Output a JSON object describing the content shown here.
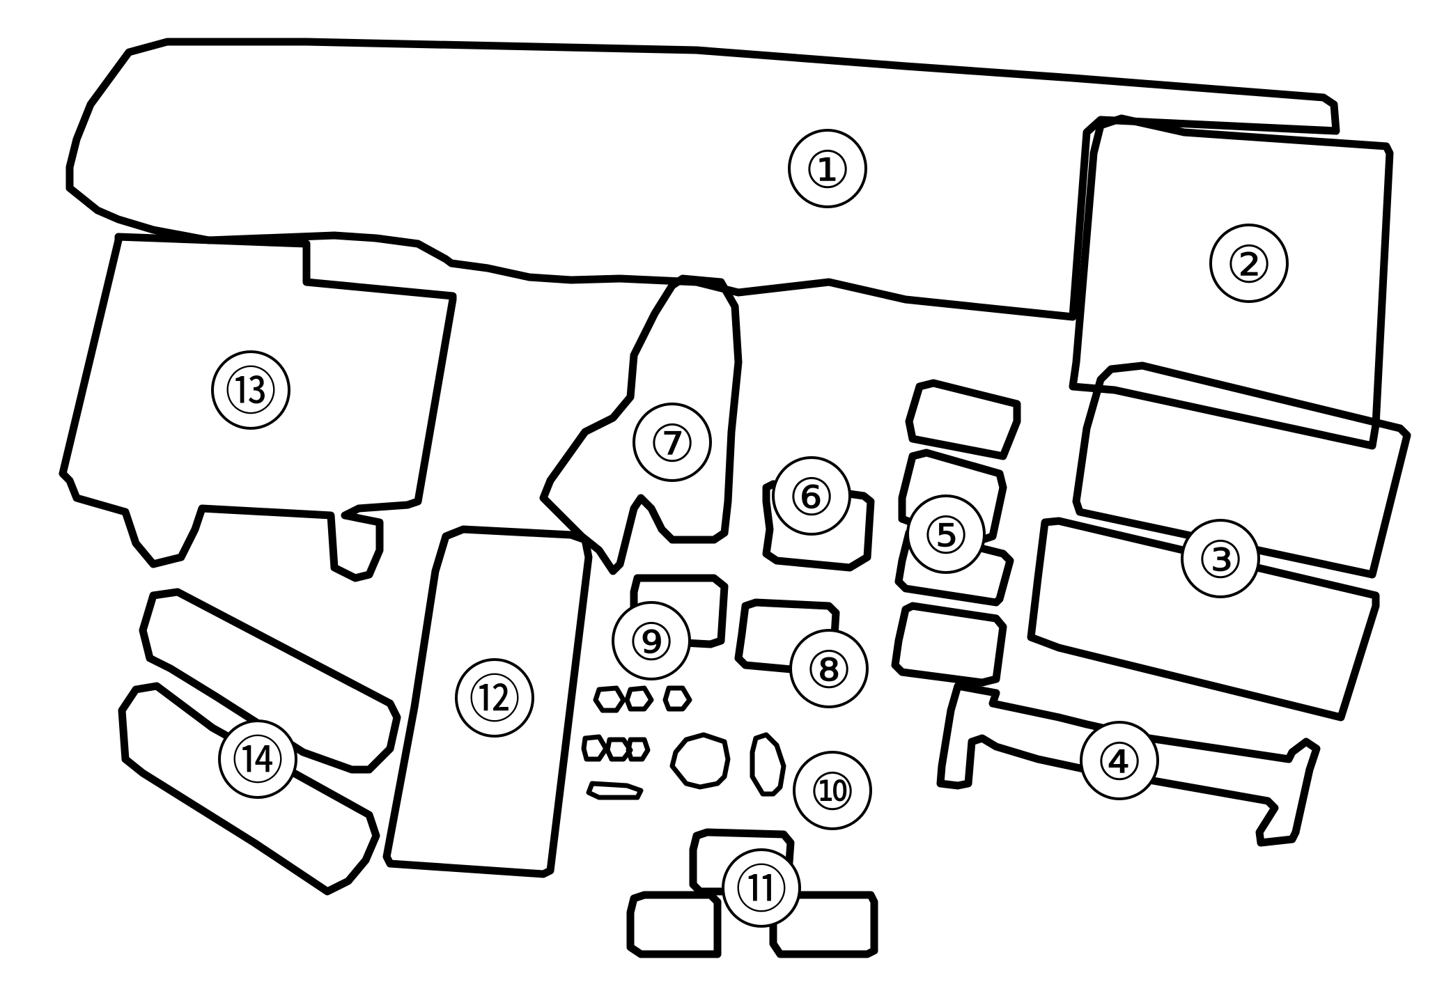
{
  "pieces": [
    {
      "id": 1,
      "label": "①"
    },
    {
      "id": 2,
      "label": "②"
    },
    {
      "id": 3,
      "label": "③"
    },
    {
      "id": 4,
      "label": "④"
    },
    {
      "id": 5,
      "label": "⑤"
    },
    {
      "id": 6,
      "label": "⑥"
    },
    {
      "id": 7,
      "label": "⑦"
    },
    {
      "id": 8,
      "label": "⑧"
    },
    {
      "id": 9,
      "label": "⑨"
    },
    {
      "id": 10,
      "label": "⑩"
    },
    {
      "id": 11,
      "label": "⑪"
    },
    {
      "id": 12,
      "label": "⑫"
    },
    {
      "id": 13,
      "label": "⑬"
    },
    {
      "id": 14,
      "label": "⑭"
    }
  ],
  "colors": {
    "line": "#000000",
    "background": "#ffffff"
  }
}
